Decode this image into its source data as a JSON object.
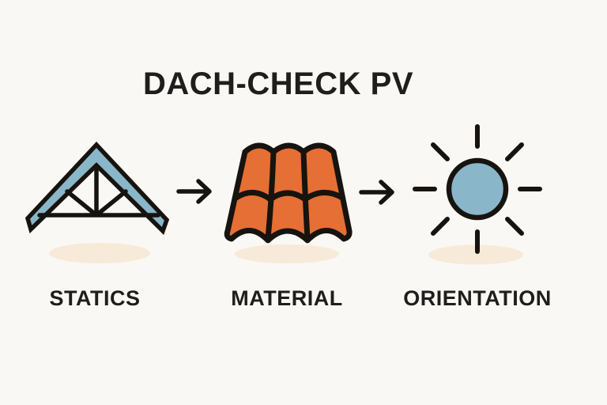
{
  "title": "DACH-CHECK PV",
  "steps": [
    {
      "label": "STATICS",
      "icon": "roof-truss-icon"
    },
    {
      "label": "MATERIAL",
      "icon": "roof-tiles-icon"
    },
    {
      "label": "ORIENTATION",
      "icon": "sun-icon"
    }
  ],
  "arrows": [
    {
      "icon": "right-arrow-icon"
    },
    {
      "icon": "right-arrow-icon"
    }
  ],
  "colors": {
    "background": "#faf8f4",
    "ink": "#17130e",
    "text": "#201d1d",
    "blue": "#8ab6c9",
    "orange": "#e56f35",
    "shadow": "#f7ead8"
  }
}
